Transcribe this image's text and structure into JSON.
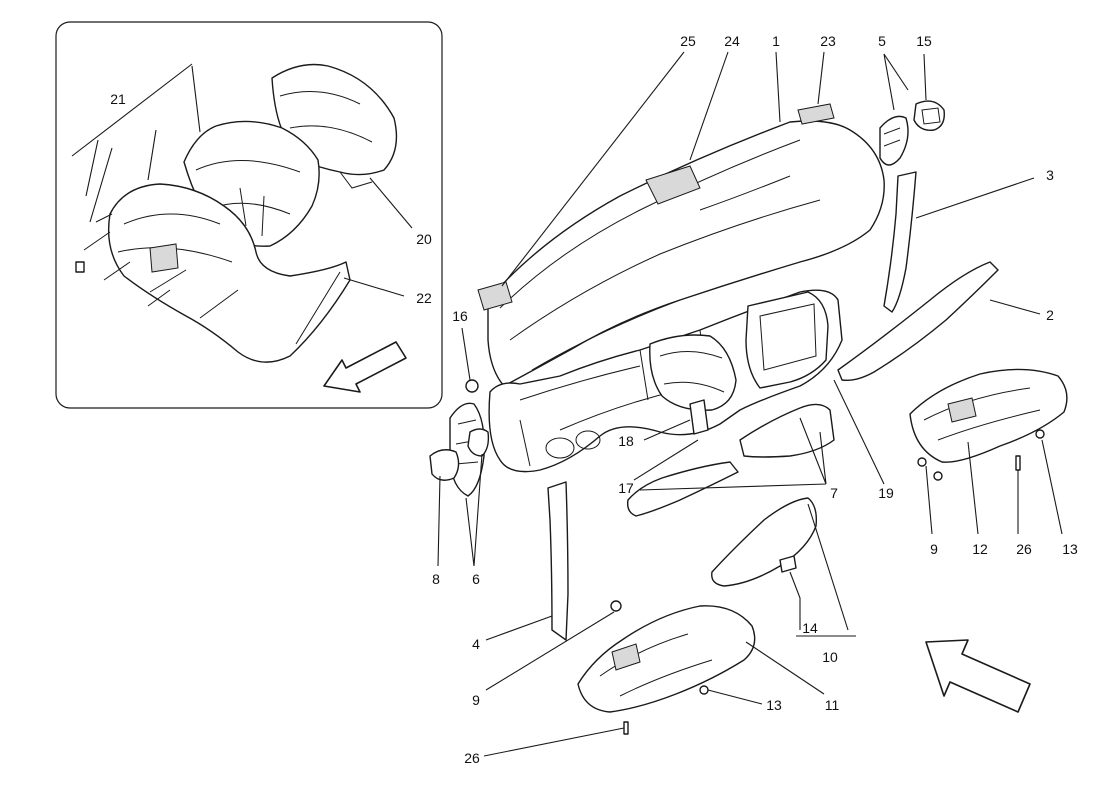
{
  "callouts": {
    "c1": "1",
    "c2": "2",
    "c3": "3",
    "c4": "4",
    "c5": "5",
    "c6": "6",
    "c7": "7",
    "c8": "8",
    "c9a": "9",
    "c9b": "9",
    "c10": "10",
    "c11": "11",
    "c12": "12",
    "c13a": "13",
    "c13b": "13",
    "c14": "14",
    "c15": "15",
    "c16": "16",
    "c17": "17",
    "c18": "18",
    "c19": "19",
    "c20": "20",
    "c21": "21",
    "c22": "22",
    "c23": "23",
    "c24": "24",
    "c25": "25",
    "c26a": "26",
    "c26b": "26"
  }
}
